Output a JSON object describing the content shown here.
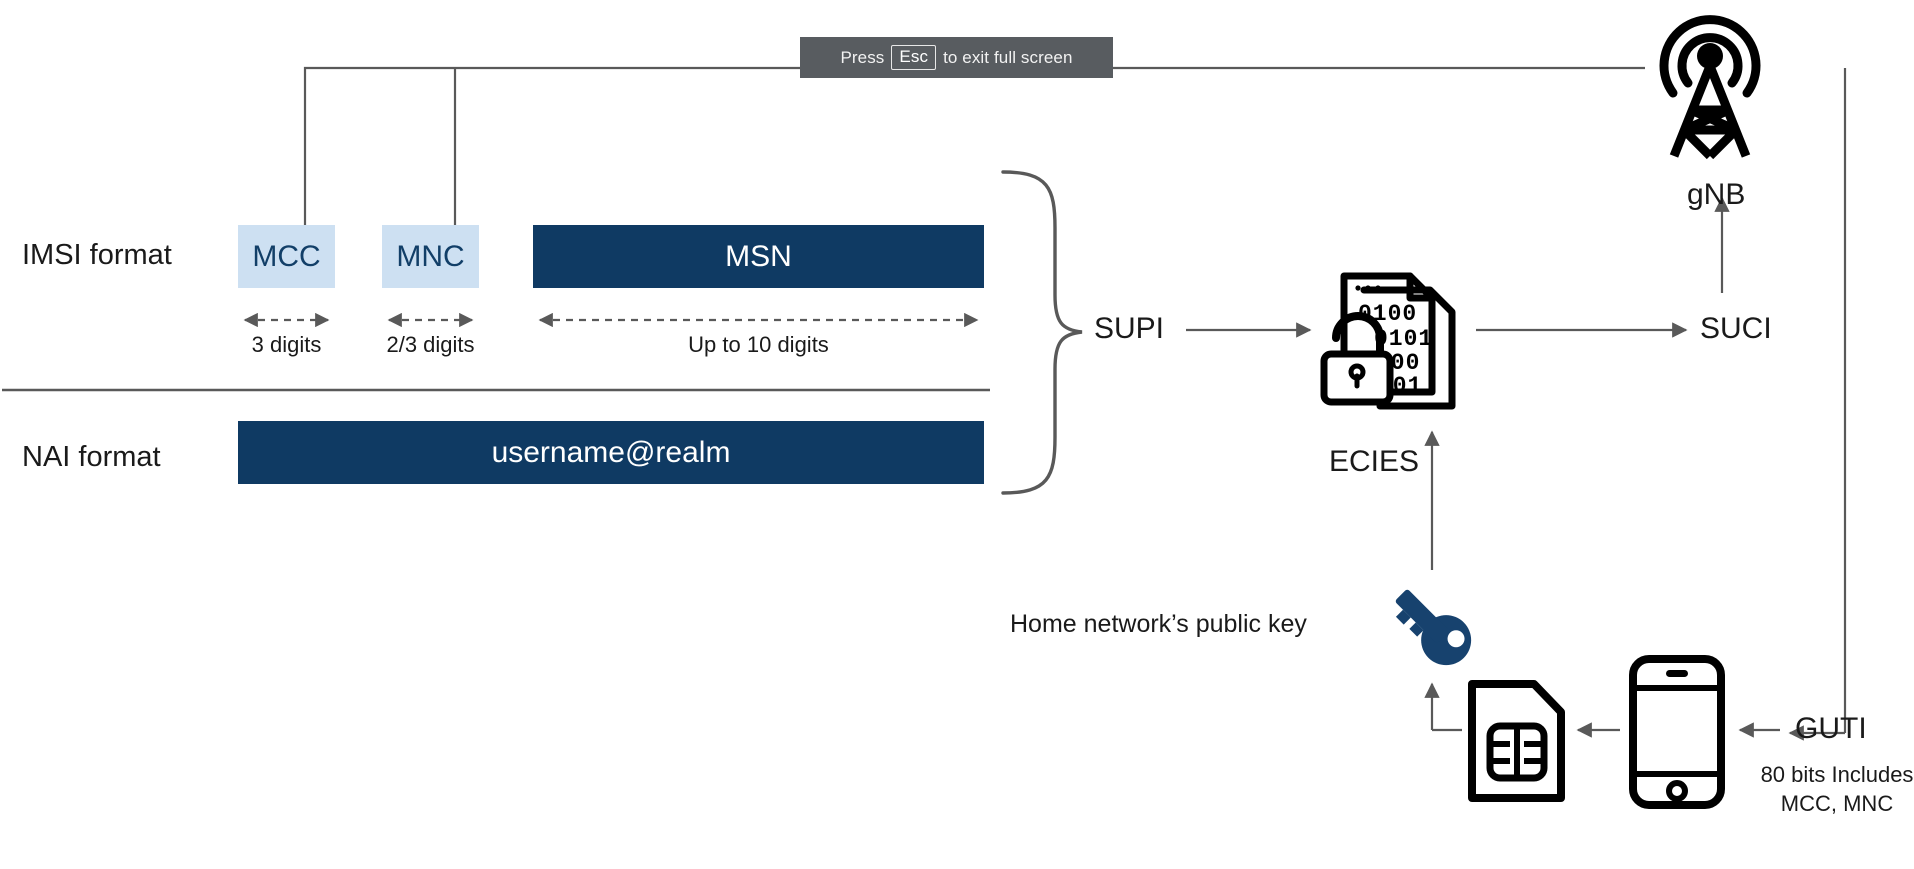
{
  "overlay": {
    "esc_banner": {
      "prefix": "Press",
      "key": "Esc",
      "suffix": "to exit full screen"
    }
  },
  "diagram": {
    "rows": [
      {
        "label": "IMSI format"
      },
      {
        "label": "NAI format"
      }
    ],
    "imsi_segments": [
      {
        "label": "MCC",
        "digits": "3 digits",
        "style": "light"
      },
      {
        "label": "MNC",
        "digits": "2/3 digits",
        "style": "light"
      },
      {
        "label": "MSN",
        "digits": "Up to 10 digits",
        "style": "dark"
      }
    ],
    "nai_segment": {
      "label": "username@realm",
      "style": "dark"
    },
    "nodes": {
      "supi": "SUPI",
      "suci": "SUCI",
      "ecies": "ECIES",
      "gnb": "gNB",
      "guti": "GUTI",
      "public_key": "Home network’s public key"
    },
    "guti_caption": "80 bits\nIncludes\nMCC, MNC",
    "icons": [
      "cell-tower-icon",
      "encrypted-document-lock-icon",
      "key-icon",
      "sim-card-icon",
      "smartphone-icon"
    ],
    "colors": {
      "segment_light_fill": "#cde0f2",
      "segment_light_text": "#123f68",
      "segment_dark_fill": "#0f3a63",
      "segment_dark_text": "#ffffff",
      "connector": "#595959",
      "key_icon": "#17426e",
      "banner_bg": "#585c60"
    }
  }
}
